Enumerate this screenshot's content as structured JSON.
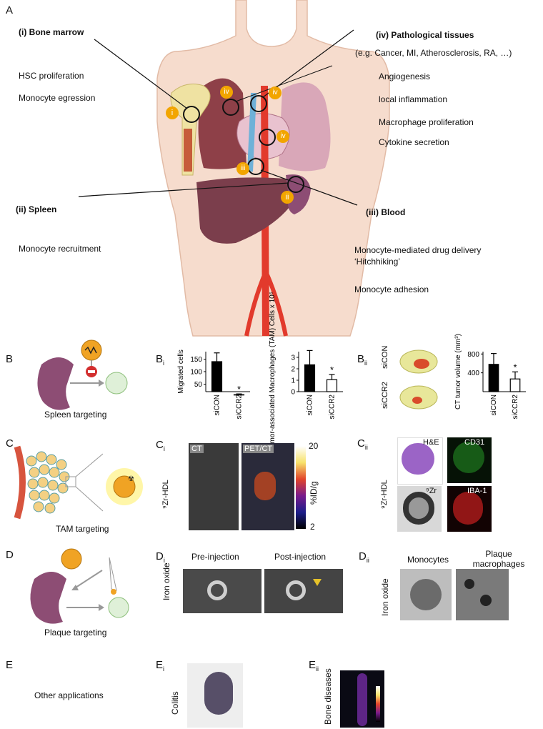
{
  "panel_a": {
    "letter": "A",
    "bone_marrow": {
      "title": "(i) Bone marrow",
      "items": [
        "HSC proliferation",
        "Monocyte egression"
      ]
    },
    "pathological": {
      "title": "(iv) Pathological tissues",
      "subtitle": "(e.g. Cancer, MI, Atherosclerosis, RA, …)",
      "items": [
        "Angiogenesis",
        "local inflammation",
        "Macrophage proliferation",
        "Cytokine secretion"
      ]
    },
    "spleen": {
      "title": "(ii) Spleen",
      "items": [
        "Monocyte recruitment"
      ]
    },
    "blood": {
      "title": "(iii) Blood",
      "items": [
        "Monocyte-mediated drug delivery ‘Hitchhiking’",
        "Monocyte adhesion"
      ]
    },
    "markers": [
      "i",
      "ii",
      "iii",
      "iv",
      "iv",
      "iv"
    ]
  },
  "panel_b": {
    "letter": "B",
    "caption": "Spleen targeting",
    "bi_letter": "B",
    "bi_sub": "i",
    "bii_letter": "B",
    "bii_sub": "ii",
    "bii_labels": [
      "siCON",
      "siCCR2"
    ]
  },
  "panel_c": {
    "letter": "C",
    "caption": "TAM targeting",
    "ci_sub": "i",
    "cii_sub": "ii",
    "tracer_label": "⁹Zr-HDL",
    "ct_label": "CT",
    "petct_label": "PET/CT",
    "scale_top": "20",
    "scale_bottom": "2",
    "scale_unit": "%ID/g",
    "tiles": [
      "H&E",
      "CD31",
      "⁹Zr",
      "IBA-1"
    ]
  },
  "panel_d": {
    "letter": "D",
    "caption": "Plaque targeting",
    "di_sub": "i",
    "dii_sub": "ii",
    "agent": "Iron oxide",
    "pre": "Pre-injection",
    "post": "Post-injection",
    "monocytes": "Monocytes",
    "plaque_mac": "Plaque macrophages"
  },
  "panel_e": {
    "letter": "E",
    "caption": "Other applications",
    "ei_sub": "i",
    "eii_sub": "ii",
    "colitis": "Colitis",
    "bone": "Bone diseases"
  },
  "chart_data": [
    {
      "type": "bar",
      "categories": [
        "siCON",
        "siCCR2"
      ],
      "values": [
        140,
        8
      ],
      "errors": [
        35,
        3
      ],
      "ylabel": "Migrated cells",
      "ylim": [
        20,
        180
      ],
      "ticks": [
        50,
        100,
        150
      ],
      "significance": [
        "",
        "*"
      ],
      "fills": [
        "#000000",
        "#ffffff"
      ]
    },
    {
      "type": "bar",
      "categories": [
        "siCON",
        "siCCR2"
      ],
      "values": [
        2.35,
        1.05
      ],
      "errors": [
        1.25,
        0.45
      ],
      "ylabel": "Tumor-associated Macrophages (TAM) Cells x 10⁶",
      "ylim": [
        0,
        3.5
      ],
      "ticks": [
        0,
        1,
        2,
        3
      ],
      "significance": [
        "",
        "*"
      ],
      "fills": [
        "#000000",
        "#ffffff"
      ]
    },
    {
      "type": "bar",
      "categories": [
        "siCON",
        "siCCR2"
      ],
      "values": [
        580,
        270
      ],
      "errors": [
        230,
        150
      ],
      "ylabel": "CT tumor volume (mm³)",
      "ylim": [
        0,
        850
      ],
      "ticks": [
        400,
        800
      ],
      "significance": [
        "",
        "*"
      ],
      "fills": [
        "#000000",
        "#ffffff"
      ]
    }
  ]
}
